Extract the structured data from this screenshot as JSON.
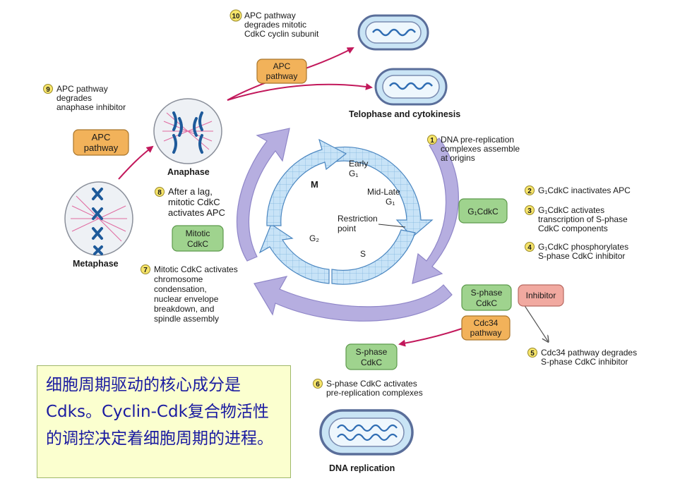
{
  "note_text": "细胞周期驱动的核心成分是Cdks。Cyclin-Cdk复合物活性的调控决定着细胞周期的进程。",
  "labels": {
    "telophase": "Telophase and cytokinesis",
    "anaphase": "Anaphase",
    "metaphase": "Metaphase",
    "dna_replication": "DNA replication"
  },
  "boxes": {
    "apc_top": [
      "APC",
      "pathway"
    ],
    "apc_left": [
      "APC",
      "pathway"
    ],
    "mitotic": [
      "Mitotic",
      "CdkC"
    ],
    "g1cdkc": [
      "G₁CdkC"
    ],
    "sphase_right": [
      "S-phase",
      "CdkC"
    ],
    "inhibitor": [
      "Inhibitor"
    ],
    "cdc34": [
      "Cdc34",
      "pathway"
    ],
    "sphase_bottom": [
      "S-phase",
      "CdkC"
    ]
  },
  "cycle": {
    "m": "M",
    "early_g1": [
      "Early",
      "G₁"
    ],
    "midlate": [
      "Mid-Late",
      "G₁"
    ],
    "restriction": [
      "Restriction",
      "point"
    ],
    "g2": "G₂",
    "s": "S"
  },
  "steps": [
    {
      "num": "1",
      "lines": [
        "DNA pre-replication",
        "complexes assemble",
        "at origins"
      ]
    },
    {
      "num": "2",
      "lines": [
        "G₁CdkC inactivates APC"
      ]
    },
    {
      "num": "3",
      "lines": [
        "G₁CdkC activates",
        "transcription of S-phase",
        "CdkC components"
      ]
    },
    {
      "num": "4",
      "lines": [
        "G₁CdkC phosphorylates",
        "S-phase CdkC inhibitor"
      ]
    },
    {
      "num": "5",
      "lines": [
        "Cdc34 pathway degrades",
        "S-phase CdkC inhibitor"
      ]
    },
    {
      "num": "6",
      "lines": [
        "S-phase CdkC activates",
        "pre-replication complexes"
      ]
    },
    {
      "num": "7",
      "lines": [
        "Mitotic CdkC activates",
        "chromosome",
        "condensation,",
        "nuclear envelope",
        "breakdown, and",
        "spindle assembly"
      ]
    },
    {
      "num": "8",
      "lines": [
        "After a lag,",
        "mitotic CdkC",
        "activates APC"
      ]
    },
    {
      "num": "9",
      "lines": [
        "APC pathway",
        "degrades",
        "anaphase inhibitor"
      ]
    },
    {
      "num": "10",
      "lines": [
        "APC pathway",
        "degrades mitotic",
        "CdkC cyclin subunit"
      ]
    }
  ]
}
